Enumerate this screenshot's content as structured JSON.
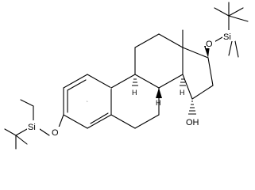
{
  "figure": {
    "type": "chemical-structure",
    "labels": {
      "si_top": "Si",
      "o_top": "O",
      "si_left": "Si",
      "o_left": "O",
      "oh": "OH",
      "h_c9": "H",
      "h_c8": "H",
      "h_c14": "H"
    },
    "colors": {
      "ink": "#000000",
      "background": "#ffffff"
    }
  }
}
